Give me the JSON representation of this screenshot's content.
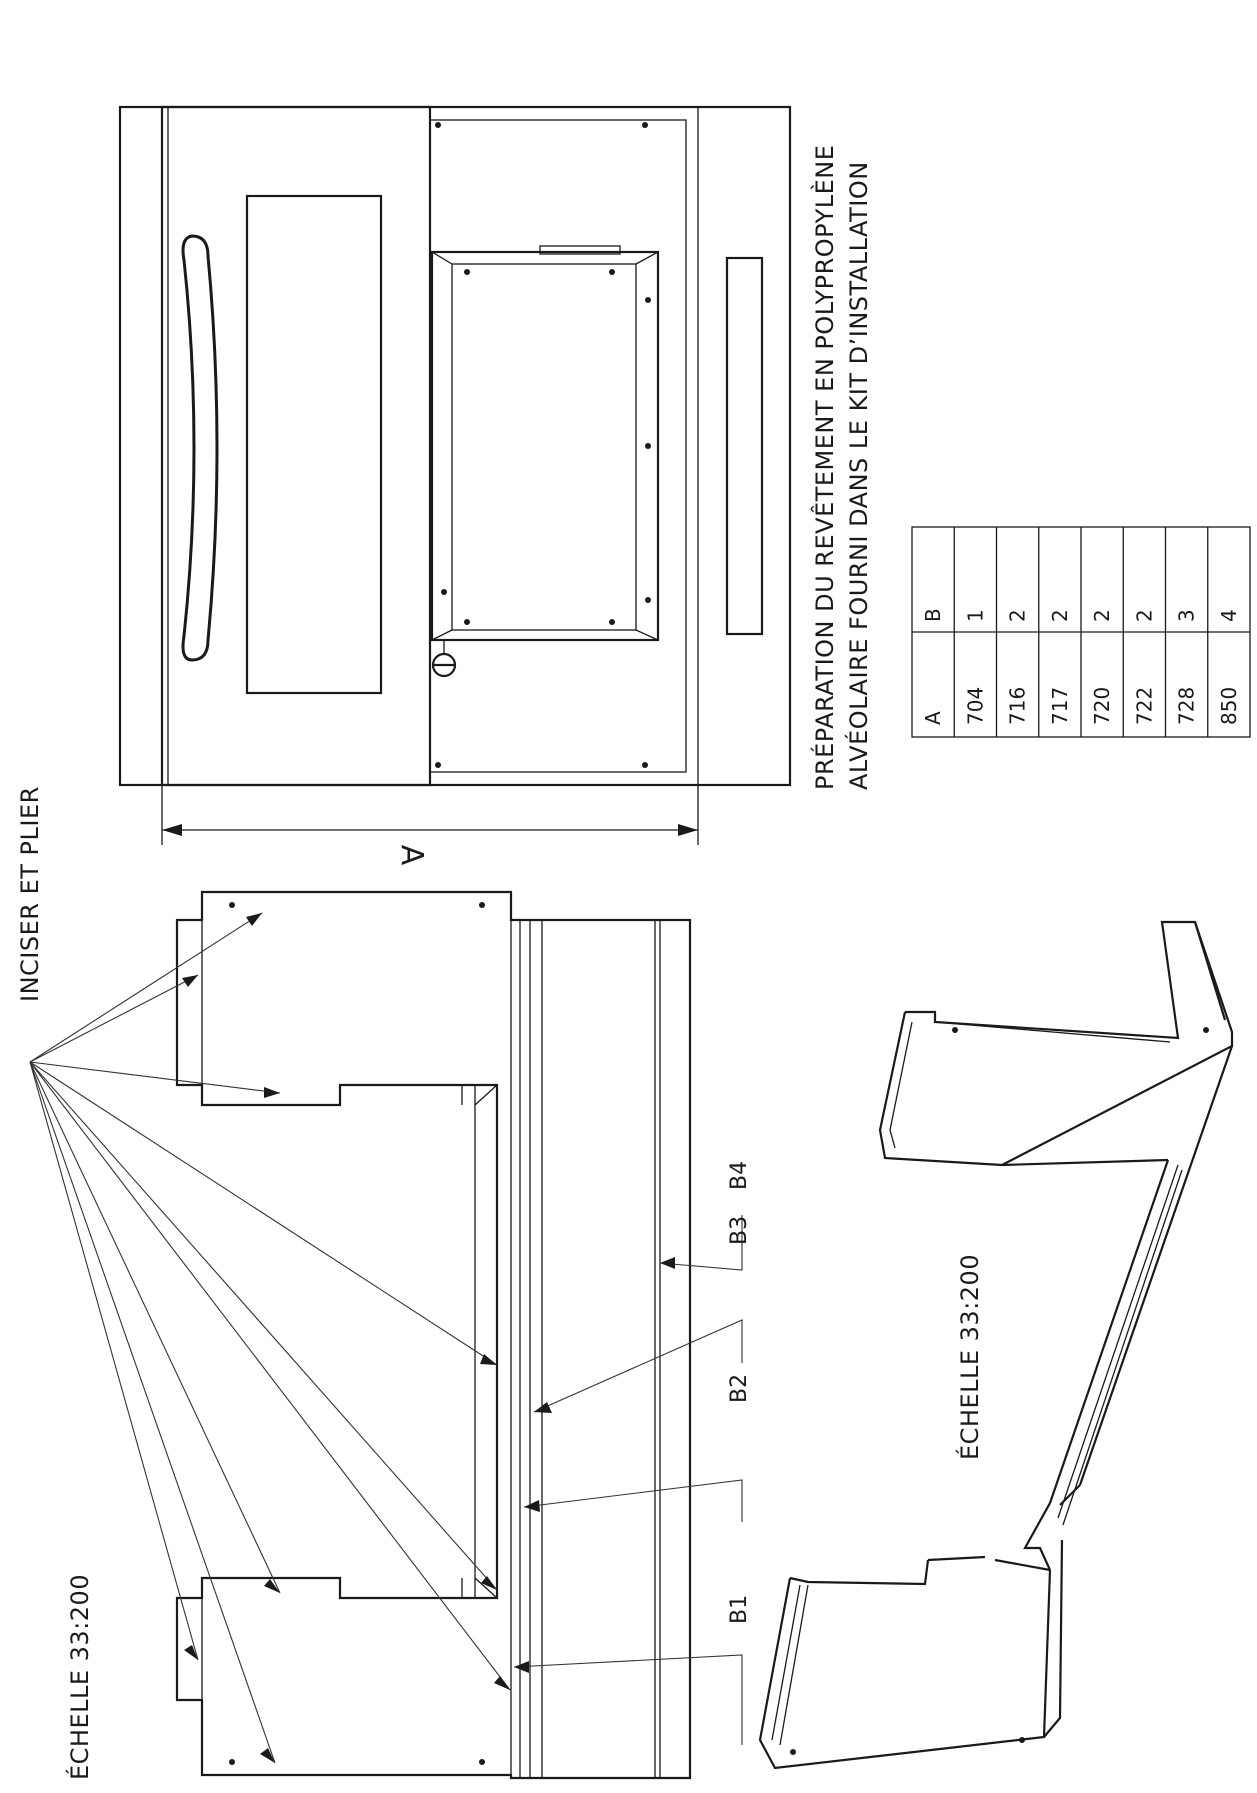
{
  "labels": {
    "incise_fold": "INCISER ET PLIER",
    "scale_top": "ÉCHELLE 33:200",
    "scale_bottom": "ÉCHELLE 33:200",
    "prep_line1": "PRÉPARATION DU REVÊTEMENT EN POLYPROPYLÈNE",
    "prep_line2": "ALVÉOLAIRE FOURNI DANS LE KIT D’INSTALLATION",
    "dimension_A": "A",
    "b1": "B1",
    "b2": "B2",
    "b3": "B3",
    "b4": "B4"
  },
  "table": {
    "headers": [
      "A",
      "B"
    ],
    "rows": [
      [
        "704",
        "1"
      ],
      [
        "716",
        "2"
      ],
      [
        "717",
        "2"
      ],
      [
        "720",
        "2"
      ],
      [
        "722",
        "2"
      ],
      [
        "728",
        "3"
      ],
      [
        "850",
        "4"
      ]
    ]
  }
}
